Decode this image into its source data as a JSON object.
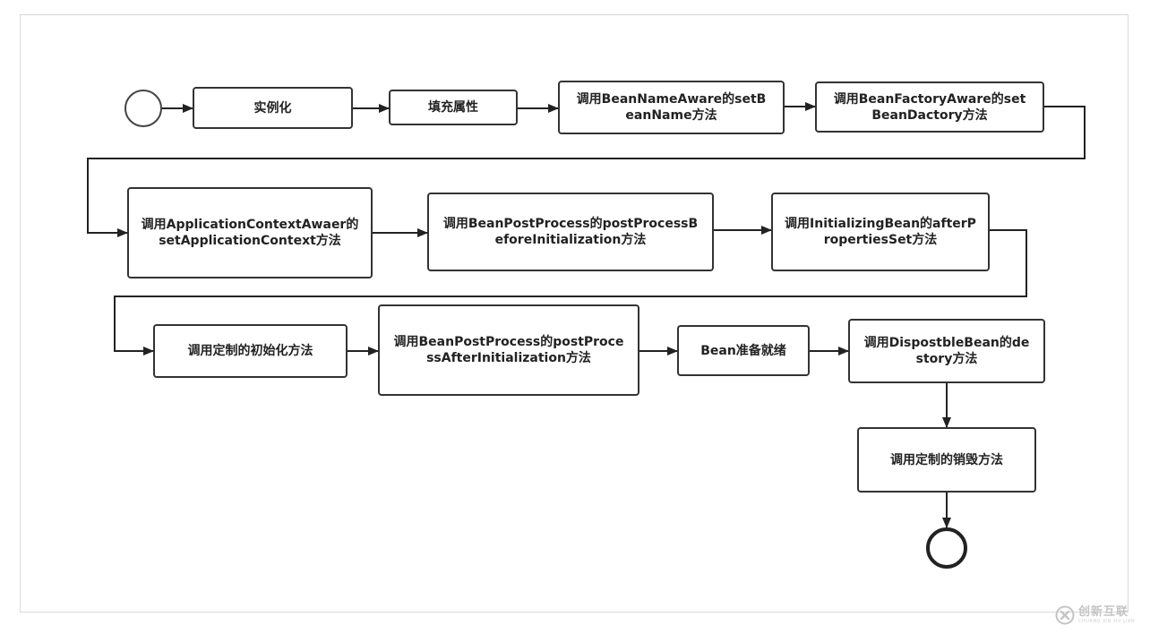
{
  "nodes": {
    "instantiate": "实例化",
    "populate": "填充属性",
    "bean_name_aware": "调用BeanNameAware的setBeanName方法",
    "bean_factory_aware": "调用BeanFactoryAware的setBeanDactory方法",
    "app_context_aware": "调用ApplicationContextAwaer的setApplicationContext方法",
    "post_process_before": "调用BeanPostProcess的postProcessBeforeInitialization方法",
    "initializing_bean": "调用InitializingBean的afterPropertiesSet方法",
    "custom_init": "调用定制的初始化方法",
    "post_process_after": "调用BeanPostProcess的postProcessAfterInitialization方法",
    "bean_ready": "Bean准备就绪",
    "disposable_bean": "调用DispostbleBean的destory方法",
    "custom_destroy": "调用定制的销毁方法"
  },
  "watermark": {
    "main": "创新互联",
    "sub": "CHUANG XIN HU LIAN"
  }
}
